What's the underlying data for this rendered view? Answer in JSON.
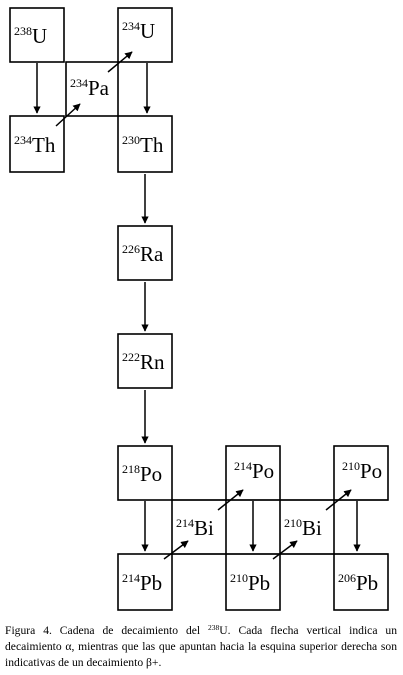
{
  "nuclides": [
    {
      "id": "u238",
      "mass": "238",
      "symbol": "U"
    },
    {
      "id": "pa234",
      "mass": "234",
      "symbol": "Pa"
    },
    {
      "id": "u234",
      "mass": "234",
      "symbol": "U"
    },
    {
      "id": "th234",
      "mass": "234",
      "symbol": "Th"
    },
    {
      "id": "th230",
      "mass": "230",
      "symbol": "Th"
    },
    {
      "id": "ra226",
      "mass": "226",
      "symbol": "Ra"
    },
    {
      "id": "rn222",
      "mass": "222",
      "symbol": "Rn"
    },
    {
      "id": "po218",
      "mass": "218",
      "symbol": "Po"
    },
    {
      "id": "po214",
      "mass": "214",
      "symbol": "Po"
    },
    {
      "id": "po210",
      "mass": "210",
      "symbol": "Po"
    },
    {
      "id": "bi214",
      "mass": "214",
      "symbol": "Bi"
    },
    {
      "id": "bi210",
      "mass": "210",
      "symbol": "Bi"
    },
    {
      "id": "pb214",
      "mass": "214",
      "symbol": "Pb"
    },
    {
      "id": "pb210",
      "mass": "210",
      "symbol": "Pb"
    },
    {
      "id": "pb206",
      "mass": "206",
      "symbol": "Pb"
    }
  ],
  "decays": [
    {
      "from": "u238",
      "to": "th234",
      "type": "alpha"
    },
    {
      "from": "th234",
      "to": "pa234",
      "type": "beta"
    },
    {
      "from": "pa234",
      "to": "u234",
      "type": "beta"
    },
    {
      "from": "u234",
      "to": "th230",
      "type": "alpha"
    },
    {
      "from": "th230",
      "to": "ra226",
      "type": "alpha"
    },
    {
      "from": "ra226",
      "to": "rn222",
      "type": "alpha"
    },
    {
      "from": "rn222",
      "to": "po218",
      "type": "alpha"
    },
    {
      "from": "po218",
      "to": "pb214",
      "type": "alpha"
    },
    {
      "from": "pb214",
      "to": "bi214",
      "type": "beta"
    },
    {
      "from": "bi214",
      "to": "po214",
      "type": "beta"
    },
    {
      "from": "po214",
      "to": "pb210",
      "type": "alpha"
    },
    {
      "from": "pb210",
      "to": "bi210",
      "type": "beta"
    },
    {
      "from": "bi210",
      "to": "po210",
      "type": "beta"
    },
    {
      "from": "po210",
      "to": "pb206",
      "type": "alpha"
    }
  ],
  "caption": {
    "lead": "Figura 4. Cadena de decaimiento del ",
    "mass": "238",
    "symbol": "U",
    "rest": ". Cada flecha vertical indica un decaimiento α, mientras que las que apuntan hacia la esquina superior derecha son indicativas de un decaimiento β+."
  }
}
